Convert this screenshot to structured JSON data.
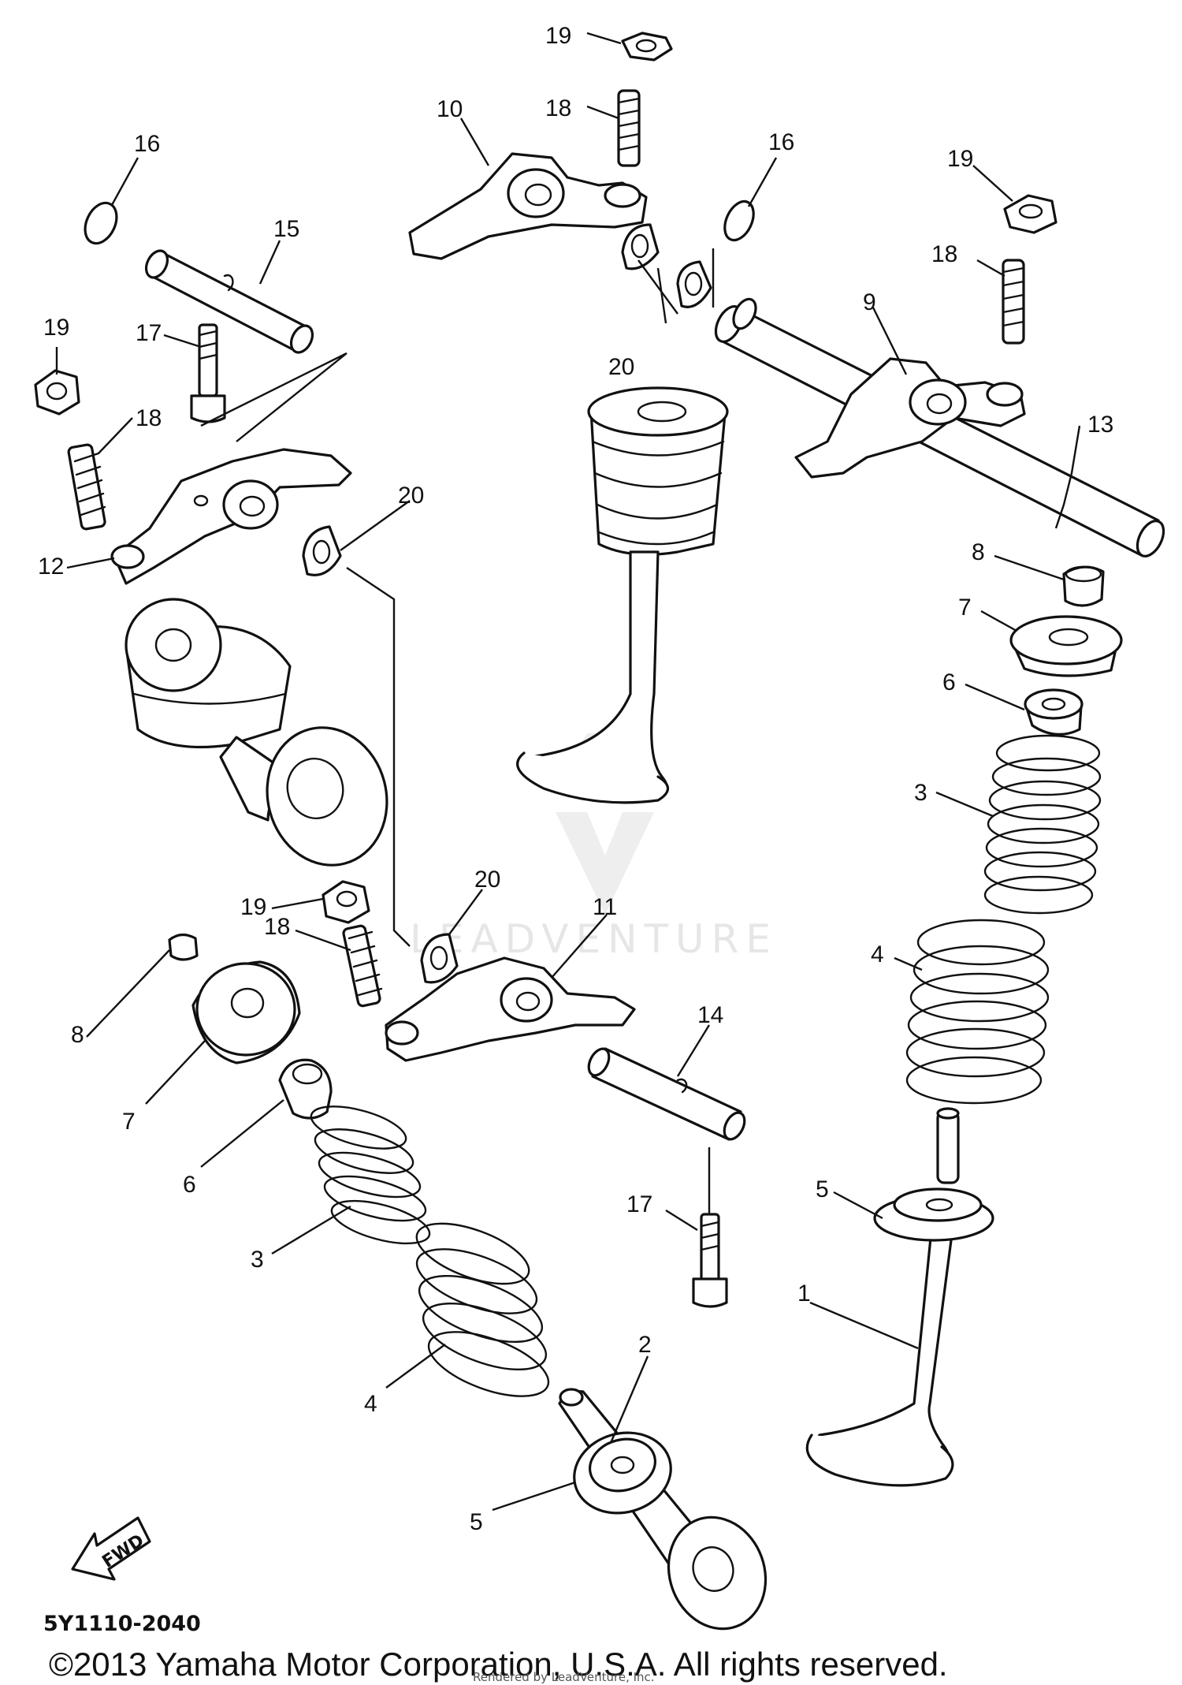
{
  "diagram": {
    "callouts": [
      {
        "id": "c19a",
        "label": "19"
      },
      {
        "id": "c18a",
        "label": "18"
      },
      {
        "id": "c10",
        "label": "10"
      },
      {
        "id": "c16a",
        "label": "16"
      },
      {
        "id": "c16b",
        "label": "16"
      },
      {
        "id": "c19b",
        "label": "19"
      },
      {
        "id": "c15",
        "label": "15"
      },
      {
        "id": "c18b",
        "label": "18"
      },
      {
        "id": "c19c",
        "label": "19"
      },
      {
        "id": "c17a",
        "label": "17"
      },
      {
        "id": "c9",
        "label": "9"
      },
      {
        "id": "c20a",
        "label": "20"
      },
      {
        "id": "c18c",
        "label": "18"
      },
      {
        "id": "c13",
        "label": "13"
      },
      {
        "id": "c20b",
        "label": "20"
      },
      {
        "id": "c12",
        "label": "12"
      },
      {
        "id": "c8a",
        "label": "8"
      },
      {
        "id": "c7a",
        "label": "7"
      },
      {
        "id": "c6a",
        "label": "6"
      },
      {
        "id": "c3a",
        "label": "3"
      },
      {
        "id": "c19d",
        "label": "19"
      },
      {
        "id": "c20c",
        "label": "20"
      },
      {
        "id": "c11",
        "label": "11"
      },
      {
        "id": "c18d",
        "label": "18"
      },
      {
        "id": "c4a",
        "label": "4"
      },
      {
        "id": "c8b",
        "label": "8"
      },
      {
        "id": "c14",
        "label": "14"
      },
      {
        "id": "c7b",
        "label": "7"
      },
      {
        "id": "c6b",
        "label": "6"
      },
      {
        "id": "c5a",
        "label": "5"
      },
      {
        "id": "c17b",
        "label": "17"
      },
      {
        "id": "c3b",
        "label": "3"
      },
      {
        "id": "c1",
        "label": "1"
      },
      {
        "id": "c2",
        "label": "2"
      },
      {
        "id": "c4b",
        "label": "4"
      },
      {
        "id": "c5b",
        "label": "5"
      }
    ],
    "fwd_label": "FWD",
    "diagram_code": "5Y1110-2040",
    "watermark_text": "LEADVENTURE",
    "copyright": "©2013 Yamaha Motor Corporation, U.S.A. All rights reserved.",
    "rendered_by": "Rendered by LeadVenture, Inc."
  }
}
